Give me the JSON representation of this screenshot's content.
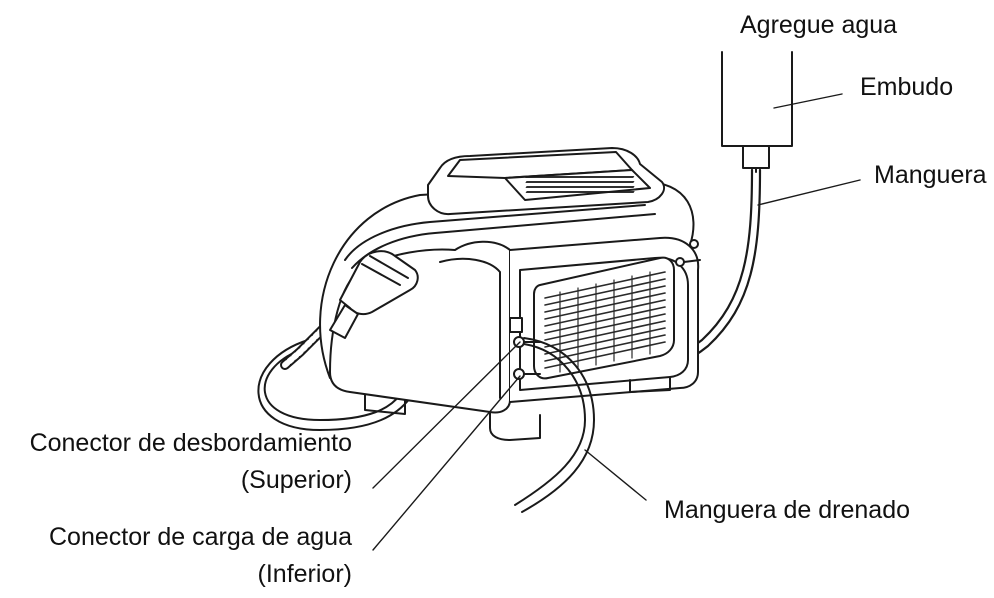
{
  "labels": {
    "add_water": "Agregue agua",
    "funnel": "Embudo",
    "hose": "Manguera",
    "overflow_connector_line1": "Conector de desbordamiento",
    "overflow_connector_line2": "(Superior)",
    "water_charge_connector_line1": "Conector de carga de agua",
    "water_charge_connector_line2": "(Inferior)",
    "drain_hose": "Manguera de drenado"
  },
  "colors": {
    "line": "#1a1a1a",
    "fill": "#ffffff",
    "grille": "#2a2a2a"
  }
}
